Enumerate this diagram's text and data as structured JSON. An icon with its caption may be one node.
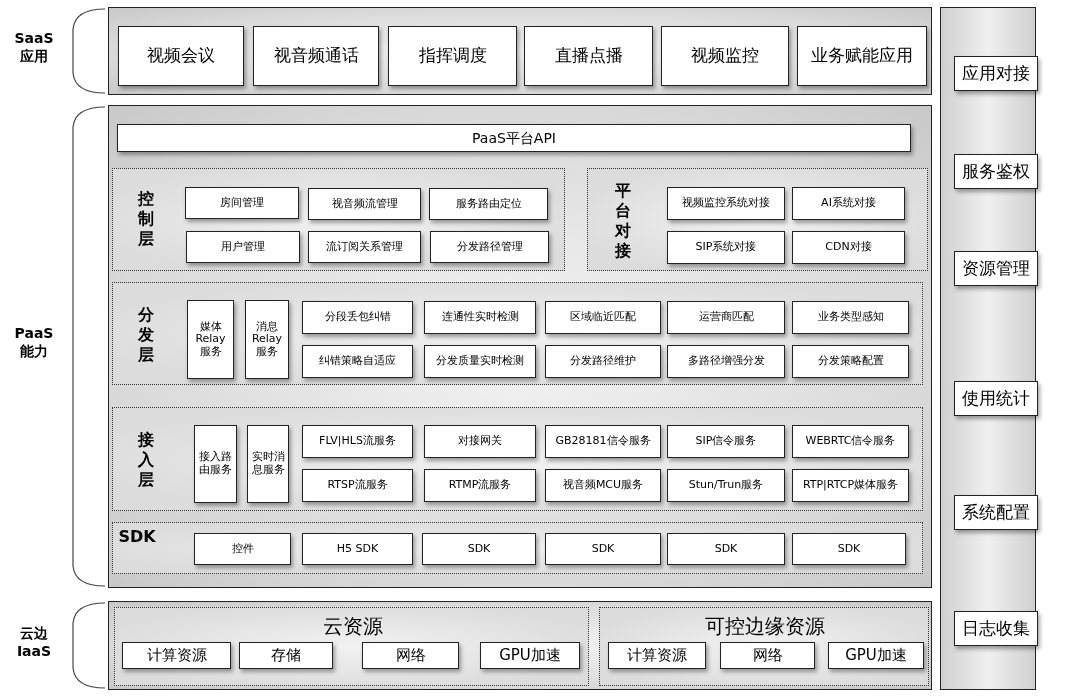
{
  "diagram": {
    "nodes": [
      {
        "text": [
          "SaaS 应用"
        ]
      },
      {
        "text": [
          "视频会议"
        ],
        "in": 0
      },
      {
        "text": [
          "视音频通话"
        ],
        "in": 0
      },
      {
        "text": [
          "指挥调度"
        ],
        "in": 0
      },
      {
        "text": [
          "直播点播"
        ],
        "in": 0
      },
      {
        "text": [
          "视频监控"
        ],
        "in": 0
      },
      {
        "text": [
          "业务赋能应用"
        ],
        "in": 0
      },
      {
        "text": [
          "PaaS 能力"
        ]
      },
      {
        "text": [
          "PaaS平台API"
        ],
        "in": 7
      },
      {
        "text": [
          "控制层"
        ],
        "in": 7
      },
      {
        "text": [
          "房间管理"
        ],
        "in": 9
      },
      {
        "text": [
          "视音频流管理"
        ],
        "in": 9
      },
      {
        "text": [
          "服务路由定位"
        ],
        "in": 9
      },
      {
        "text": [
          "用户管理"
        ],
        "in": 9
      },
      {
        "text": [
          "流订阅关系管理"
        ],
        "in": 9
      },
      {
        "text": [
          "分发路径管理"
        ],
        "in": 9
      },
      {
        "text": [
          "平台对接"
        ],
        "in": 7
      },
      {
        "text": [
          "视频监控系统对接"
        ],
        "in": 16
      },
      {
        "text": [
          "AI系统对接"
        ],
        "in": 16
      },
      {
        "text": [
          "SIP系统对接"
        ],
        "in": 16
      },
      {
        "text": [
          "CDN对接"
        ],
        "in": 16
      },
      {
        "text": [
          "分发层"
        ],
        "in": 7
      },
      {
        "text": [
          "媒体 Relay 服务"
        ],
        "in": 21
      },
      {
        "text": [
          "消息 Relay 服务"
        ],
        "in": 21
      },
      {
        "text": [
          "分段丢包纠错"
        ],
        "in": 21
      },
      {
        "text": [
          "连通性实时检测"
        ],
        "in": 21
      },
      {
        "text": [
          "区域临近匹配"
        ],
        "in": 21
      },
      {
        "text": [
          "运营商匹配"
        ],
        "in": 21
      },
      {
        "text": [
          "业务类型感知"
        ],
        "in": 21
      },
      {
        "text": [
          "纠错策略自适应"
        ],
        "in": 21
      },
      {
        "text": [
          "分发质量实时检测"
        ],
        "in": 21
      },
      {
        "text": [
          "分发路径维护"
        ],
        "in": 21
      },
      {
        "text": [
          "多路径增强分发"
        ],
        "in": 21
      },
      {
        "text": [
          "分发策略配置"
        ],
        "in": 21
      },
      {
        "text": [
          "接入层"
        ],
        "in": 7
      },
      {
        "text": [
          "接入路由服务"
        ],
        "in": 34
      },
      {
        "text": [
          "实时消息服务"
        ],
        "in": 34
      },
      {
        "text": [
          "FLV|HLS流服务"
        ],
        "in": 34
      },
      {
        "text": [
          "对接网关"
        ],
        "in": 34
      },
      {
        "text": [
          "GB28181信令服务"
        ],
        "in": 34
      },
      {
        "text": [
          "SIP信令服务"
        ],
        "in": 34
      },
      {
        "text": [
          "WEBRTC信令服务"
        ],
        "in": 34
      },
      {
        "text": [
          "RTSP流服务"
        ],
        "in": 34
      },
      {
        "text": [
          "RTMP流服务"
        ],
        "in": 34
      },
      {
        "text": [
          "视音频MCU服务"
        ],
        "in": 34
      },
      {
        "text": [
          "Stun/Trun服务"
        ],
        "in": 34
      },
      {
        "text": [
          "RTP|RTCP媒体服务"
        ],
        "in": 34
      },
      {
        "text": [
          "SDK"
        ],
        "in": 7
      },
      {
        "text": [
          "控件"
        ],
        "in": 47
      },
      {
        "text": [
          "H5 SDK"
        ],
        "in": 47
      },
      {
        "text": [
          "SDK"
        ],
        "in": 47
      },
      {
        "text": [
          "SDK"
        ],
        "in": 47
      },
      {
        "text": [
          "SDK"
        ],
        "in": 47
      },
      {
        "text": [
          "SDK"
        ],
        "in": 47
      },
      {
        "text": [
          "云边 IaaS"
        ]
      },
      {
        "text": [
          "云资源"
        ],
        "in": 54
      },
      {
        "text": [
          "计算资源"
        ],
        "in": 55
      },
      {
        "text": [
          "存储"
        ],
        "in": 55
      },
      {
        "text": [
          "网络"
        ],
        "in": 55
      },
      {
        "text": [
          "GPU加速"
        ],
        "in": 55
      },
      {
        "text": [
          "可控边缘资源"
        ],
        "in": 54
      },
      {
        "text": [
          "计算资源"
        ],
        "in": 60
      },
      {
        "text": [
          "网络"
        ],
        "in": 60
      },
      {
        "text": [
          "GPU加速"
        ],
        "in": 60
      },
      {
        "text": [],
        "shape": "box"
      },
      {
        "text": [
          "应用对接"
        ],
        "in": 64
      },
      {
        "text": [
          "服务鉴权"
        ],
        "in": 64
      },
      {
        "text": [
          "资源管理"
        ],
        "in": 64
      },
      {
        "text": [
          "使用统计"
        ],
        "in": 64
      },
      {
        "text": [
          "系统配置"
        ],
        "in": 64
      },
      {
        "text": [
          "日志收集"
        ],
        "in": 64
      }
    ]
  }
}
